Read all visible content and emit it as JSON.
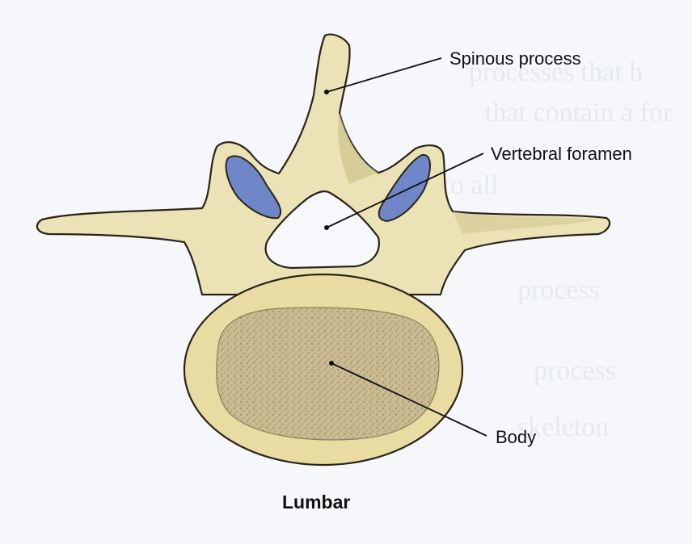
{
  "labels": {
    "spinous_process": "Spinous process",
    "vertebral_foramen": "Vertebral foramen",
    "body": "Body"
  },
  "caption": "Lumbar",
  "colors": {
    "bone": "#ece5b8",
    "bone_shadow": "#c9be88",
    "body_rim": "#eadfa4",
    "cancellous": "#c8b78f",
    "articular_facet": "#6f87c8",
    "outline": "#2a2418",
    "background": "#f5f7fa"
  }
}
